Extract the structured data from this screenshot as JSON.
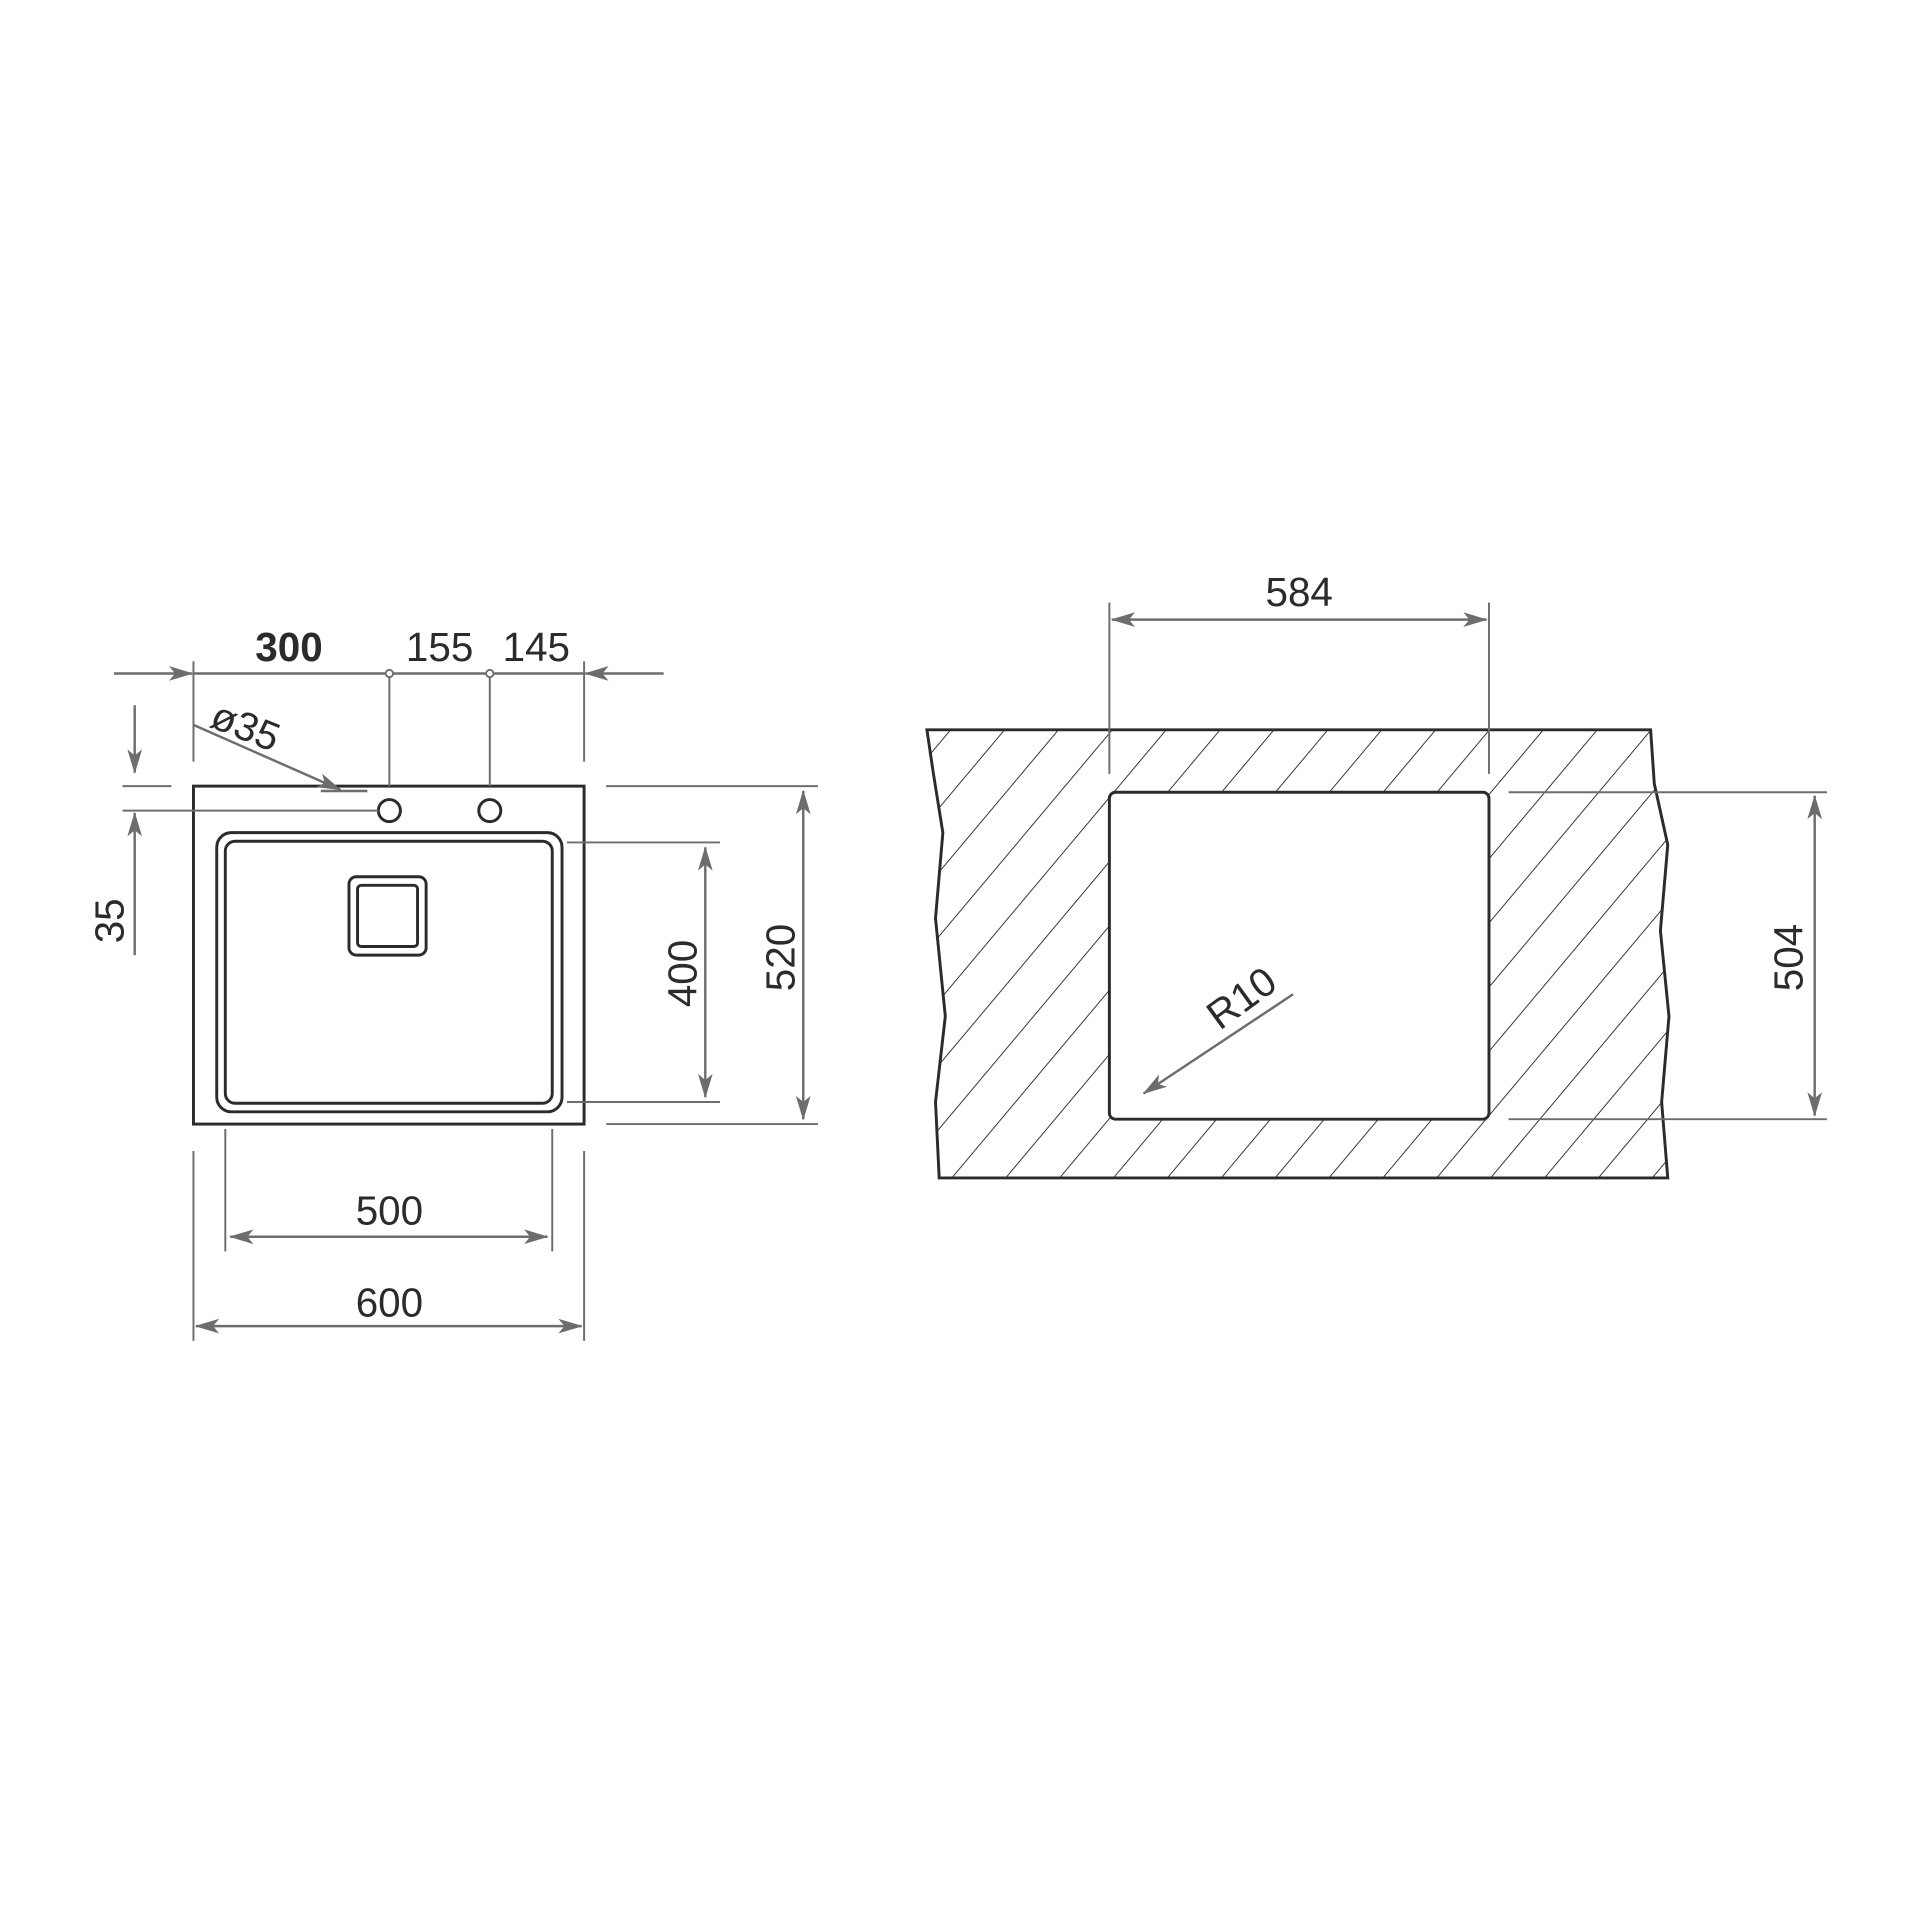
{
  "top_view": {
    "dims": {
      "tap_offset": "300",
      "tap_spacing": "155",
      "tap_to_edge": "145",
      "hole_diameter": "ø35",
      "hole_from_edge": "35",
      "bowl_depth": "400",
      "overall_depth": "520",
      "bowl_width": "500",
      "overall_width": "600"
    }
  },
  "cutout_view": {
    "dims": {
      "cutout_width": "584",
      "cutout_depth": "504",
      "corner_radius": "R10"
    }
  },
  "colors": {
    "line": "#2b2b2b",
    "dimension": "#6d6d6d"
  }
}
